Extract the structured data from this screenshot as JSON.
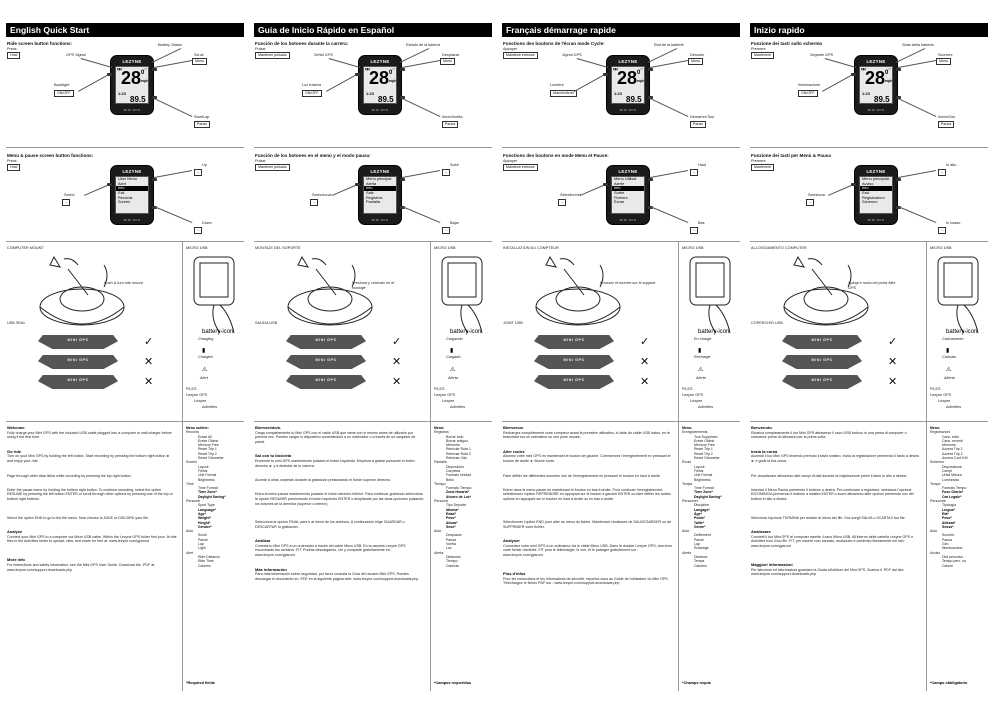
{
  "columns": [
    {
      "title": "English Quick Start",
      "ride_title": "Ride screen button functions:",
      "ride_labels": {
        "battery": "Battery Status",
        "gps": "GPS Signal",
        "press": "Press",
        "hold": "Hold",
        "scroll": "Scroll",
        "menu": "Menu",
        "backlight": "Backlight",
        "onoff": "ON/OFF",
        "startlap": "Start/Lap",
        "pause": "Pause"
      },
      "menu_title": "Menu & pause screen button functions:",
      "menu_labels": {
        "press": "Press",
        "hold": "Hold",
        "select": "Select",
        "up": "Up",
        "down": "Down",
        "box_blank": "--"
      },
      "menu_items": [
        "User Menu",
        "Alert",
        "Info",
        "Exit",
        "Records",
        "Screen"
      ],
      "mount": "COMPUTER MOUNT",
      "mount_caption": "Push & turn into mount",
      "usb": "MICRO USB",
      "charging": "Charging",
      "charged": "Charged",
      "alert": "Alert",
      "seal": "USB SEAL",
      "files": "FILES",
      "drive": "Lezyne GPS",
      "folder1": "Lezyne",
      "folder2": "Activities",
      "paras": [
        {
          "h": "Welcome.",
          "b": "Fully charge your Mini GPS with the included USB cable plugged into a computer or wall charger before using it the first time."
        },
        {
          "h": "Go ride",
          "b": "Turn on your Mini GPS by holding the left button. Start recording by pressing the bottom right button ► and enjoy your ride."
        },
        {
          "h": "",
          "b": "Page through other data fields while recording by pressing the top right button."
        },
        {
          "h": "",
          "b": "Enter the pause menu by holding the bottom right button. To continue recording, select the option RESUME by pressing the left button ENTER or scroll through other options by pressing one of the top or bottom right buttons."
        },
        {
          "h": "",
          "b": "Select the option END to go to the file menu. Now choose to SAVE or DISCARD your file."
        },
        {
          "h": "Analyze",
          "b": "Connect your Mini GPS to a computer via Micro USB cable. Within the Lezyne GPS folder find your .fit ride files in the Activities folder to upload, view, and share for free at: www.lezyne.com/gpsroot"
        },
        {
          "h": "More info",
          "b": "For instructions and safety information, see the Mini GPS User Guide. Download the .PDF at: www.lezyne.com/support-downloads.php"
        }
      ],
      "menu_list_title": "Menu outline:",
      "menu_list": [
        [
          "Records",
          0
        ],
        [
          "Erase All",
          1
        ],
        [
          "Erase Oldest",
          1
        ],
        [
          "Memory Free",
          1
        ],
        [
          "Reset Trip 1",
          1
        ],
        [
          "Reset Trip 2",
          1
        ],
        [
          "Reset Odometer",
          1
        ],
        [
          "Screen",
          0
        ],
        [
          "Layout",
          1
        ],
        [
          "Fields",
          1
        ],
        [
          "Unit Format",
          1
        ],
        [
          "Brightness",
          1
        ],
        [
          "Time",
          0
        ],
        [
          "Time Format",
          1
        ],
        [
          "Time Zone*",
          2
        ],
        [
          "Daylight Saving*",
          2
        ],
        [
          "Personal",
          0
        ],
        [
          "Sport Type",
          1
        ],
        [
          "Language*",
          2
        ],
        [
          "Age*",
          2
        ],
        [
          "Weight*",
          2
        ],
        [
          "Height*",
          2
        ],
        [
          "Gender*",
          2
        ],
        [
          "Auto",
          0
        ],
        [
          "Scroll",
          1
        ],
        [
          "Pause",
          1
        ],
        [
          "Lap",
          1
        ],
        [
          "Light",
          1
        ],
        [
          "Alert",
          0
        ],
        [
          "Ride Distance",
          1
        ],
        [
          "Ride Time",
          1
        ],
        [
          "Calories",
          1
        ]
      ],
      "required": "*Required fields"
    },
    {
      "title": "Guía de Inicio Rápido en Español",
      "ride_title": "Función de los botones durante la carrera:",
      "ride_labels": {
        "battery": "Estado de la batería",
        "gps": "Señal GPS",
        "press": "Pulsar",
        "hold": "Mantener pulsado",
        "scroll": "Desplazar",
        "menu": "Menú",
        "backlight": "Luz trasera",
        "onoff": "ON/OFF",
        "startlap": "Inicio/Vuelta",
        "pause": "Pausa"
      },
      "menu_title": "Función de los botones en el menú y el modo pausa:",
      "menu_labels": {
        "press": "Pulsar",
        "hold": "Mantener pulsado",
        "select": "Seleccionar",
        "up": "Subir",
        "down": "Bajar",
        "box_blank": "--"
      },
      "menu_items": [
        "Menú principal",
        "Alerta",
        "Info",
        "Salir",
        "Registros",
        "Pantalla"
      ],
      "mount": "MONTAJE DEL SOPORTE",
      "mount_caption": "Presiona y colócalo en el montaje",
      "usb": "MICRO USB",
      "charging": "Cargando",
      "charged": "Cargado",
      "alert": "Alerta",
      "seal": "SALIDA USB",
      "files": "FILES",
      "drive": "Lezyne GPS",
      "folder1": "Lezyne",
      "folder2": "Activities",
      "paras": [
        {
          "h": "Bienvenido/a.",
          "b": "Carga completamente tu Mini GPS con el cable USB que viene con el mismo antes de utilizarlo por primera vez. Puedes cargar lo dispositivo conectándolo a un ordenador o a través de un cargador de pared."
        },
        {
          "h": "Sal con tu bicicleta",
          "b": "Enciende tu mini GPS manteniendo pulsado el botón izquierdo. Empieza a grabar pulsando el botón derecho ► y a disfrutar de tu carrera."
        },
        {
          "h": "",
          "b": "Accede a otras carpetas durante la grabación presionando el botón superior derecho."
        },
        {
          "h": "",
          "b": "Entra al menú pausa manteniendo pulsado el botón derecho inferior. Para continuar grabando selecciona la opción RESUMIR presionando el botón izquierdo ENTER o desplázate por las otras opciones pulsando los botones de la derecha (superior o inferior)."
        },
        {
          "h": "",
          "b": "Selecciona la opción FINAL para ir al menú de los archivos. A continuación elige GUARDAR o DESCARTAR tu grabación."
        },
        {
          "h": "Analizar",
          "b": "Conecta tu Mini GPS a un ordenador a través del cable Micro USB. En la carpeta Lezyne GPS encontrarás tus archivos .FIT. Podrás descargarlos, ver y compartir gratuitamente en: www.lezyne.com/gpsroot"
        },
        {
          "h": "Más información",
          "b": "Para más información sobre seguridad, por favor consulta la Guía del usuario Mini GPS. Puedes descargar el documento en .PDF en la siguiente página web: www.lezyne.com/support-downloads.php"
        }
      ],
      "menu_list_title": "Menú:",
      "menu_list": [
        [
          "Registros",
          0
        ],
        [
          "Borrar todo",
          1
        ],
        [
          "Borrar antiguo",
          1
        ],
        [
          "Memoria",
          1
        ],
        [
          "Reiniciar Ruta 1",
          1
        ],
        [
          "Reiniciar Ruta 2",
          1
        ],
        [
          "Reiniciar Odo",
          1
        ],
        [
          "Pantalla",
          0
        ],
        [
          "Disposición",
          1
        ],
        [
          "Carpetas",
          1
        ],
        [
          "Formato Unidad",
          1
        ],
        [
          "Brillo",
          1
        ],
        [
          "Tiempo",
          0
        ],
        [
          "Formato Tiempo",
          1
        ],
        [
          "Zona Horaria*",
          2
        ],
        [
          "Ahorro de Luz*",
          2
        ],
        [
          "Personal",
          0
        ],
        [
          "Tipo Deporte",
          1
        ],
        [
          "Idioma*",
          2
        ],
        [
          "Edad*",
          2
        ],
        [
          "Peso*",
          2
        ],
        [
          "Altura*",
          2
        ],
        [
          "Sexo*",
          2
        ],
        [
          "Auto",
          0
        ],
        [
          "Desplazar",
          1
        ],
        [
          "Pausa",
          1
        ],
        [
          "Vuelta",
          1
        ],
        [
          "Luz",
          1
        ],
        [
          "Alerta",
          0
        ],
        [
          "Distancia",
          1
        ],
        [
          "Tiempo",
          1
        ],
        [
          "Calorías",
          1
        ]
      ],
      "required": "*Campos requeridos"
    },
    {
      "title": "Français démarrage rapide",
      "ride_title": "Fonctions des boutons de l'écran mode Cycle:",
      "ride_labels": {
        "battery": "État de la batterie",
        "gps": "Signal GPS",
        "press": "Appuyer",
        "hold": "Maintenir enfoncé",
        "scroll": "Dérouler",
        "menu": "Menu",
        "backlight": "Lumière",
        "onoff": "Marche/Arrêt",
        "startlap": "Démarrer/Tour",
        "pause": "Pause"
      },
      "menu_title": "Fonctions des boutons en mode Menu et Pause:",
      "menu_labels": {
        "press": "Appuyer",
        "hold": "Maintenir enfoncé",
        "select": "Sélectionner",
        "up": "Haut",
        "down": "Bas",
        "box_blank": "--"
      },
      "menu_items": [
        "Menu Utilisat",
        "Alerte",
        "Info",
        "Sortie",
        "Fichiers",
        "Écran"
      ],
      "mount": "INSTALLATION DU COMPTEUR",
      "mount_caption": "Pousser et tourner sur le support",
      "usb": "MICRO USB",
      "charging": "En charge",
      "charged": "Rechargé",
      "alert": "Alerte",
      "seal": "JOINT USB",
      "files": "FILES",
      "drive": "Lezyne GPS",
      "folder1": "Lezyne",
      "folder2": "Activities",
      "paras": [
        {
          "h": "Bienvenue.",
          "b": "Rechargez complètement votre compteur avant la première utilisation, à l'aide du câble USB inclus, en le branchant sur un ordinateur ou une prise murale."
        },
        {
          "h": "Aller rouler.",
          "b": "Allumez votre mini GPS en maintenant le bouton de gauche. Commencez l'enregistrement en pressant le bouton de droite ► Bonne route."
        },
        {
          "h": "",
          "b": "Faire défiler les différentes données lors de l'enregistrement en pressant le bouton en haut à droite."
        },
        {
          "h": "",
          "b": "Entrer dans le menu pause en maintenant le bouton en bas à droite. Pour continuer l'enregistrement, sélectionnez l'option REPRENDRE en appuyant sur le bouton à gauche ENTER ou faire défiler les autres options en appuyant sur le bouton en haut à droite ou en bas à droite."
        },
        {
          "h": "",
          "b": "Sélectionner l'option END pour aller au menu du fichier. Maintenant choisissez de SAUVEGARDER ou de SUPPRIMER votre fichier."
        },
        {
          "h": "Analyser",
          "b": "Connectez votre mini GPS à un ordinateur via le câble Micro USB. Dans le dossier Lezyne GPS, cherchez votre fichier d'activité .FIT pour le télécharger, le voir, et le partager gratuitement sur : www.lezyne.com/gpsroot"
        },
        {
          "h": "Plus d'infos",
          "b": "Pour les instructions et les informations de sécurité, reportez-vous au Guide de l'utilisateur du Mini GPS. Téléchargez le fichier PDF sur : www.lezyne.com/support-downloads.php"
        }
      ],
      "menu_list_title": "Menu:",
      "menu_list": [
        [
          "Enregistrements",
          0
        ],
        [
          "Tout Supprimer",
          1
        ],
        [
          "Erase Oldest",
          1
        ],
        [
          "Memory Free",
          1
        ],
        [
          "Reset Trip 1",
          1
        ],
        [
          "Reset Trip 2",
          1
        ],
        [
          "Reset Odometer",
          1
        ],
        [
          "Écran",
          0
        ],
        [
          "Layout",
          1
        ],
        [
          "Fields",
          1
        ],
        [
          "Unit Format",
          1
        ],
        [
          "Brightness",
          1
        ],
        [
          "Temps",
          0
        ],
        [
          "Time Format",
          1
        ],
        [
          "Time Zone*",
          2
        ],
        [
          "Daylight Saving*",
          2
        ],
        [
          "Personnel",
          0
        ],
        [
          "Discipline",
          1
        ],
        [
          "Langage*",
          2
        ],
        [
          "Âge*",
          2
        ],
        [
          "Poids*",
          2
        ],
        [
          "Taille*",
          2
        ],
        [
          "Genre*",
          2
        ],
        [
          "Auto",
          0
        ],
        [
          "Défilement",
          1
        ],
        [
          "Pause",
          1
        ],
        [
          "Lap",
          1
        ],
        [
          "Éclairage",
          1
        ],
        [
          "Alerte",
          0
        ],
        [
          "Distance",
          1
        ],
        [
          "Temps",
          1
        ],
        [
          "Calories",
          1
        ]
      ],
      "required": "*Champs requis"
    },
    {
      "title": "Inizio rapido",
      "ride_title": "Funzione dei tasti sullo schermo",
      "ride_labels": {
        "battery": "Stato della batteria",
        "gps": "Segnale GPS",
        "press": "Premere",
        "hold": "Mantenere",
        "scroll": "Scorrere",
        "menu": "Menu",
        "backlight": "Illuminazione",
        "onoff": "ON/OFF",
        "startlap": "Inizio/Giro",
        "pause": "Pausa"
      },
      "menu_title": "Funzione dei tasti per Menù & Pausa",
      "menu_labels": {
        "press": "Premere",
        "hold": "Mantenere",
        "select": "Seleziona",
        "up": "In alto",
        "down": "In basso",
        "box_blank": "--"
      },
      "menu_items": [
        "Menu principale",
        "Avviso",
        "Info",
        "Esci",
        "Registrazioni",
        "Schermo"
      ],
      "mount": "ALLOGGIAMENTO COMPUTER",
      "mount_caption": "Spingi e ruota nel porta Mini GPS",
      "usb": "MICRO USB",
      "charging": "Caricamento",
      "charged": "Caricato",
      "alert": "Allerta",
      "seal": "COPERCHIO USB",
      "files": "FILES",
      "drive": "Lezyne GPS",
      "folder1": "Lezyne",
      "folder2": "Activities",
      "paras": [
        {
          "h": "Benvenuto.",
          "b": "Ricarica completamente il tuo Mini GPS attraverso il cavo USB incluso in una presa di computer o caricatore prima di utilizzarlo per la prima volta."
        },
        {
          "h": "Inizia la corsa",
          "b": "Accendi il tuo Mini GPS tenendo premuto il tasto sinistro. Inizia la registrazione premendo il tasto a destra ► e godti la tua corsa."
        },
        {
          "h": "",
          "b": "Per visualizzare attraverso altri campi di dati durante la registrazione premi il tasto in alto a destra."
        },
        {
          "h": "",
          "b": "Inserisci il Menu Pausa premendo il bottone a destra. Per continuare a registrare, seleziona l'opzione RICOMINCIA premendo il bottone a sinistra ENTER o scorri attraverso altre opzioni premendo uno dei bottoni in alto a destra."
        },
        {
          "h": "",
          "b": "Seleziona l'opzione TERMINA per andare al menu dei file. Ora scegli SALVA o SCARTA il tuo file."
        },
        {
          "h": "Analizzare",
          "b": "Connetti il tuo Mini GPS al computer tramite il cavo Micro USB. All'interno della cartella Lezyne GPS e Activities trovi il tuo file .FIT, per essere così caricato, analizzato e condiviso liberamente nel sito: www.lezyne.com/gpsroot"
        },
        {
          "h": "Maggiori informazioni",
          "b": "Per istruzioni ed informazioni guardare la Guida all'utilizzo del Mini GPS. Scarica il .PDF dal sito: www.lezyne.com/support-downloads.php"
        }
      ],
      "menu_list_title": "Menu:",
      "menu_list": [
        [
          "Registrazioni",
          0
        ],
        [
          "Canc. tutto",
          1
        ],
        [
          "Canc. recenti",
          1
        ],
        [
          "Memoria",
          1
        ],
        [
          "Azzera Trip 1",
          1
        ],
        [
          "Azzera Trip 2",
          1
        ],
        [
          "Azzera Cont KM",
          1
        ],
        [
          "Schermo",
          0
        ],
        [
          "Disposizione",
          1
        ],
        [
          "Campi",
          1
        ],
        [
          "Unità Misura",
          1
        ],
        [
          "Luminosità",
          1
        ],
        [
          "Tempo",
          0
        ],
        [
          "Formato Tempo",
          1
        ],
        [
          "Fuso Orario*",
          2
        ],
        [
          "Ora Legale*",
          2
        ],
        [
          "Personale",
          0
        ],
        [
          "Tipologia",
          1
        ],
        [
          "Lingua*",
          2
        ],
        [
          "Età*",
          2
        ],
        [
          "Peso*",
          2
        ],
        [
          "Altezza*",
          2
        ],
        [
          "Sesso*",
          2
        ],
        [
          "Auto",
          0
        ],
        [
          "Scorrim.",
          1
        ],
        [
          "Pausa",
          1
        ],
        [
          "Giro",
          1
        ],
        [
          "Illuminazione",
          1
        ],
        [
          "Avviso",
          0
        ],
        [
          "Dist percorsa",
          1
        ],
        [
          "Tempo perc. su",
          1
        ],
        [
          "Calorie",
          1
        ]
      ],
      "required": "*Campo obbligatorio"
    }
  ],
  "device": {
    "brand": "LEZYNE",
    "footer": "MINI GPS",
    "speed": "28",
    "speed_dec": "0",
    "unit": "mph",
    "distance": "89.5",
    "clock": "1:23"
  },
  "icons": {
    "check": "✓",
    "cross": "✕",
    "warn": "⚠",
    "battery": "battery-icon"
  }
}
